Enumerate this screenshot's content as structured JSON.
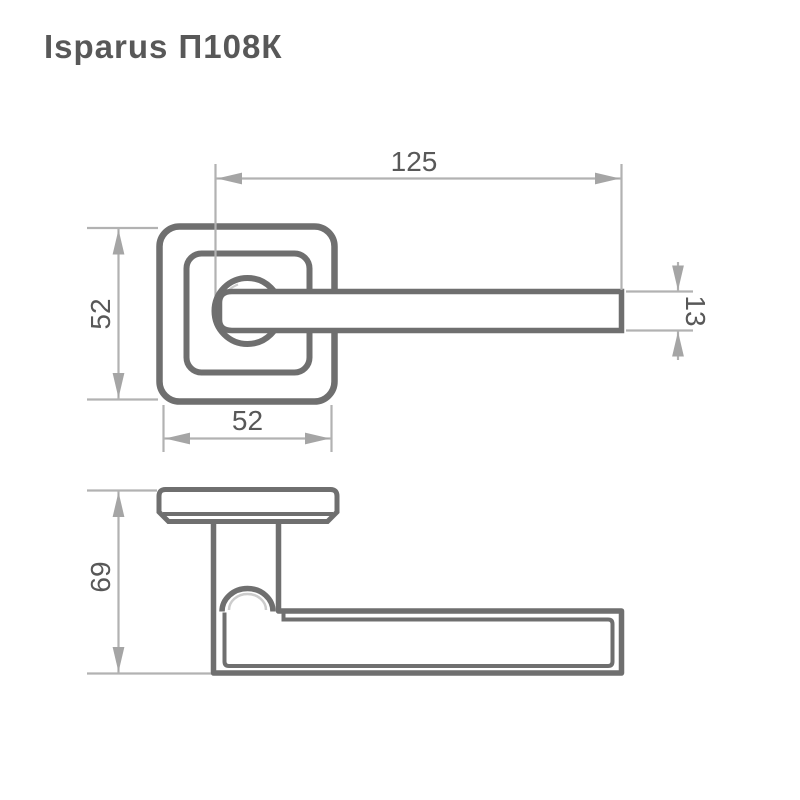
{
  "title": "Isparus П108К",
  "colors": {
    "outline": "#6f6f6f",
    "dimension": "#b2b2b2",
    "arrow": "#a5a5a5",
    "text": "#585858",
    "highlight": "#cccccc",
    "background": "#ffffff"
  },
  "dimensions": {
    "lever_length": "125",
    "rose_height": "52",
    "rose_width": "52",
    "lever_thickness": "13",
    "handle_height": "69"
  }
}
